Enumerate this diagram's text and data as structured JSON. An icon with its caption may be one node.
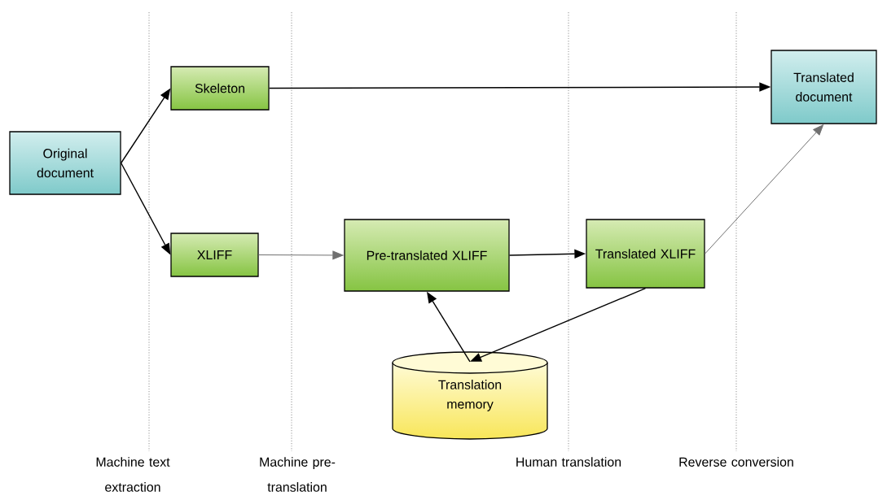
{
  "diagram": {
    "nodes": [
      {
        "text": [
          "Original document"
        ]
      },
      {
        "text": [
          "Skeleton"
        ]
      },
      {
        "text": [
          "XLIFF"
        ]
      },
      {
        "text": [
          "Pre-translated XLIFF"
        ]
      },
      {
        "text": [
          "Translated XLIFF"
        ]
      },
      {
        "text": [
          "Translated document"
        ]
      },
      {
        "text": [
          "Translation memory"
        ]
      }
    ],
    "edges": [
      {
        "from": 0,
        "to": 1,
        "arrow": "to"
      },
      {
        "from": 0,
        "to": 2,
        "arrow": "to"
      },
      {
        "from": 1,
        "to": 5,
        "arrow": "to"
      },
      {
        "from": 2,
        "to": 3,
        "arrow": "to",
        "color": "#707070"
      },
      {
        "from": 3,
        "to": 4,
        "arrow": "to"
      },
      {
        "from": 6,
        "to": 3,
        "arrow": "to"
      },
      {
        "from": 4,
        "to": 6,
        "arrow": "to"
      },
      {
        "from": 4,
        "to": 5,
        "arrow": "to",
        "color": "#707070"
      }
    ],
    "labels": [
      "Machine text extraction",
      "Machine pre-translation",
      "Human translation",
      "Reverse conversion"
    ]
  }
}
